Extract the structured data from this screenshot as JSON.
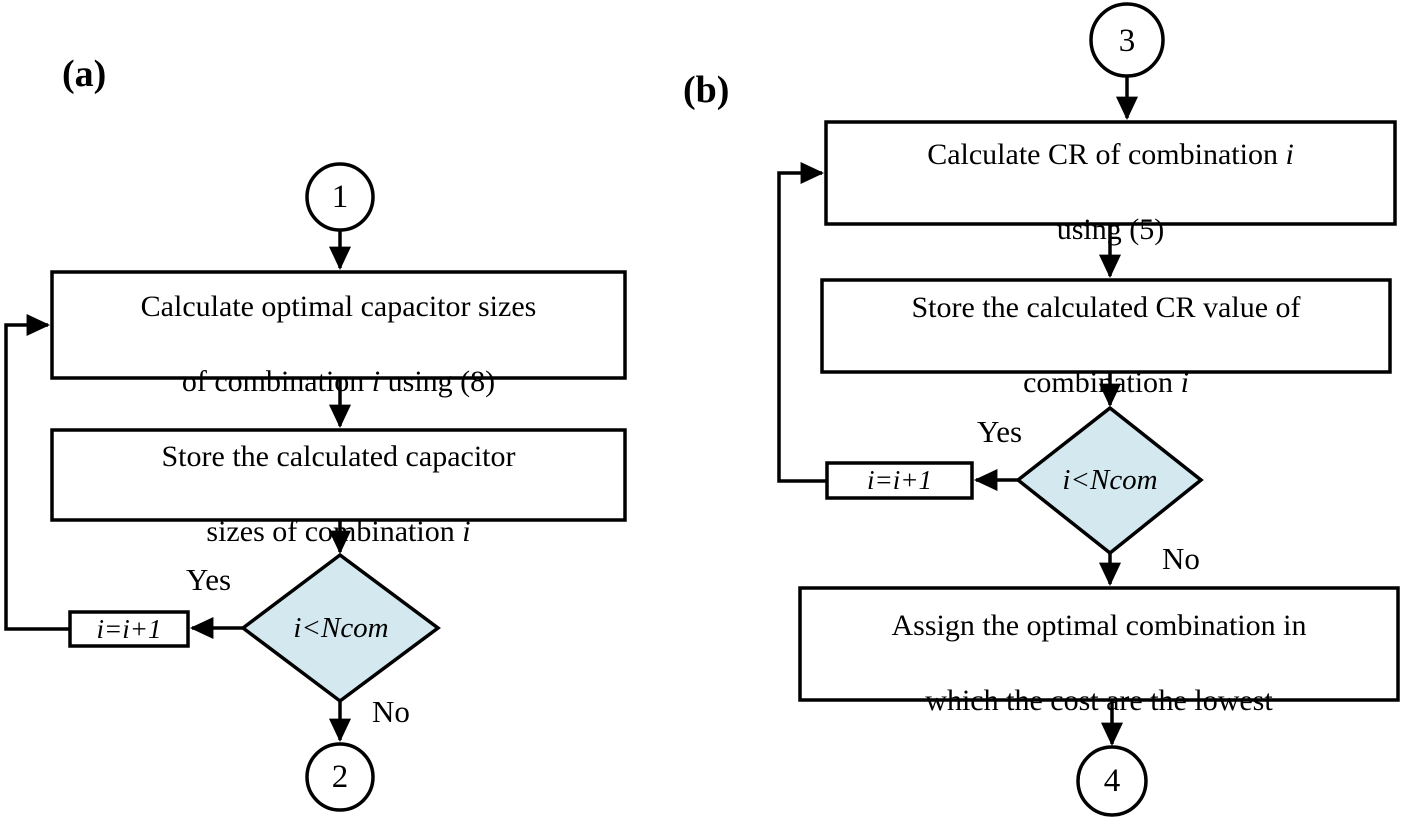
{
  "figure": {
    "type": "flowchart",
    "background": "#ffffff",
    "stroke_color": "#000000",
    "decision_fill": "#d3e9ef",
    "process_fill": "#ffffff",
    "panels": [
      {
        "id": "a",
        "label": "(a)",
        "nodes": [
          {
            "id": "a-connector-in",
            "shape": "circle",
            "text": "1"
          },
          {
            "id": "a-process-1",
            "shape": "rect",
            "line1": "Calculate optimal capacitor sizes",
            "line2": "of combination i using (8)"
          },
          {
            "id": "a-process-2",
            "shape": "rect",
            "line1": "Store the calculated capacitor",
            "line2": "sizes of combination i"
          },
          {
            "id": "a-decision",
            "shape": "diamond",
            "text": "i<Ncom"
          },
          {
            "id": "a-increment",
            "shape": "rect-small",
            "text": "i=i+1"
          },
          {
            "id": "a-connector-out",
            "shape": "circle",
            "text": "2"
          }
        ],
        "edge_labels": {
          "yes": "Yes",
          "no": "No"
        }
      },
      {
        "id": "b",
        "label": "(b)",
        "nodes": [
          {
            "id": "b-connector-in",
            "shape": "circle",
            "text": "3"
          },
          {
            "id": "b-process-1",
            "shape": "rect",
            "line1": "Calculate CR of combination i",
            "line2": "using (5)"
          },
          {
            "id": "b-process-2",
            "shape": "rect",
            "line1": "Store the calculated CR value of",
            "line2": "combination i"
          },
          {
            "id": "b-decision",
            "shape": "diamond",
            "text": "i<Ncom"
          },
          {
            "id": "b-increment",
            "shape": "rect-small",
            "text": "i=i+1"
          },
          {
            "id": "b-process-3",
            "shape": "rect",
            "line1": "Assign the optimal combination in",
            "line2": "which the cost are the lowest"
          },
          {
            "id": "b-connector-out",
            "shape": "circle",
            "text": "4"
          }
        ],
        "edge_labels": {
          "yes": "Yes",
          "no": "No"
        }
      }
    ]
  }
}
